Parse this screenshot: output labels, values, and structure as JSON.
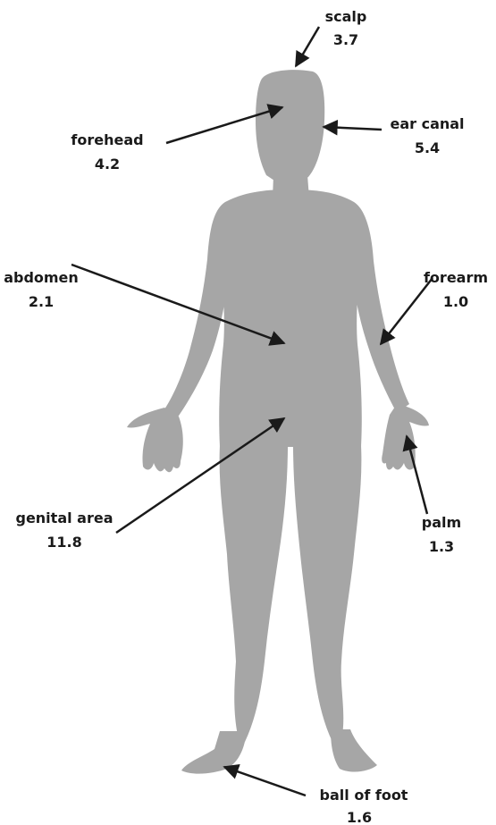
{
  "colors": {
    "silhouette": "#a6a6a6",
    "ink": "#1a1a1a",
    "background": "#ffffff"
  },
  "labels": [
    {
      "name": "scalp",
      "value": "3.7"
    },
    {
      "name": "forehead",
      "value": "4.2"
    },
    {
      "name": "ear canal",
      "value": "5.4"
    },
    {
      "name": "abdomen",
      "value": "2.1"
    },
    {
      "name": "forearm",
      "value": "1.0"
    },
    {
      "name": "genital area",
      "value": "11.8"
    },
    {
      "name": "palm",
      "value": "1.3"
    },
    {
      "name": "ball of foot",
      "value": "1.6"
    }
  ]
}
